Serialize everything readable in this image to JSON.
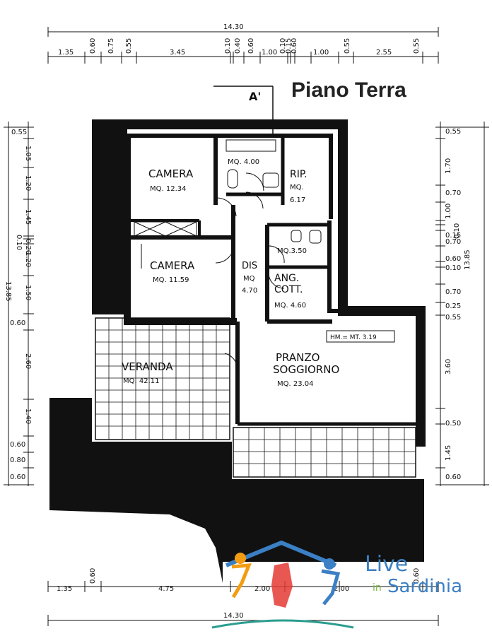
{
  "plan": {
    "title": "Piano Terra",
    "section_mark": "A'",
    "rooms": [
      {
        "name": "CAMERA",
        "area": "MQ. 12.34"
      },
      {
        "name": "CAMERA",
        "area": "MQ. 11.59"
      },
      {
        "name": "RIP.",
        "area_label": "MQ.",
        "area_value": "6.17"
      },
      {
        "name": "MQ. 4.00"
      },
      {
        "name": "MQ.3.50"
      },
      {
        "name": "DIS",
        "area_label": "MQ",
        "area_value": "4.70"
      },
      {
        "name_line1": "ANG.",
        "name_line2": "COTT.",
        "area": "MQ. 4.60"
      },
      {
        "name_line1": "PRANZO",
        "name_line2": "SOGGIORNO",
        "area": "MQ. 23.04"
      },
      {
        "name": "VERANDA",
        "area": "MQ. 42.11"
      }
    ],
    "height_note": "HM.= MT. 3.19",
    "dims_top_total": "14.30",
    "dims_top": [
      "1.35",
      "0.60",
      "0.75",
      "0.55",
      "3.45",
      "0.10",
      "0.40",
      "0.60",
      "1.00",
      "0.10",
      "0.15",
      "0.60",
      "1.00",
      "0.55",
      "2.55",
      "0.55"
    ],
    "dims_bottom_total": "14.30",
    "dims_bottom": [
      "1.35",
      "0.60",
      "4.75",
      "2.00",
      "2.00",
      "0.60"
    ],
    "dims_left_total": "13.85",
    "dims_left": [
      "0.55",
      "1.05",
      "1.20",
      "1.45",
      "0.10",
      "0.20",
      "1.20",
      "1.50",
      "0.60",
      "2.60",
      "1.40",
      "0.60",
      "0.80",
      "0.60"
    ],
    "dims_right_total": "13.85",
    "dims_right": [
      "0.55",
      "1.70",
      "0.70",
      "1.00",
      "0.10",
      "0.15",
      "0.70",
      "0.60",
      "0.10",
      "0.70",
      "0.25",
      "0.55",
      "3.60",
      "0.50",
      "1.45",
      "0.60"
    ]
  },
  "logo": {
    "line1": "Live",
    "line2": "Sardinia",
    "small": "in"
  },
  "colors": {
    "ink": "#111111",
    "wall": "#111111",
    "logo_blue": "#3b7fc4",
    "logo_green": "#7ab648",
    "logo_orange": "#f39c12",
    "logo_red": "#e53935"
  }
}
